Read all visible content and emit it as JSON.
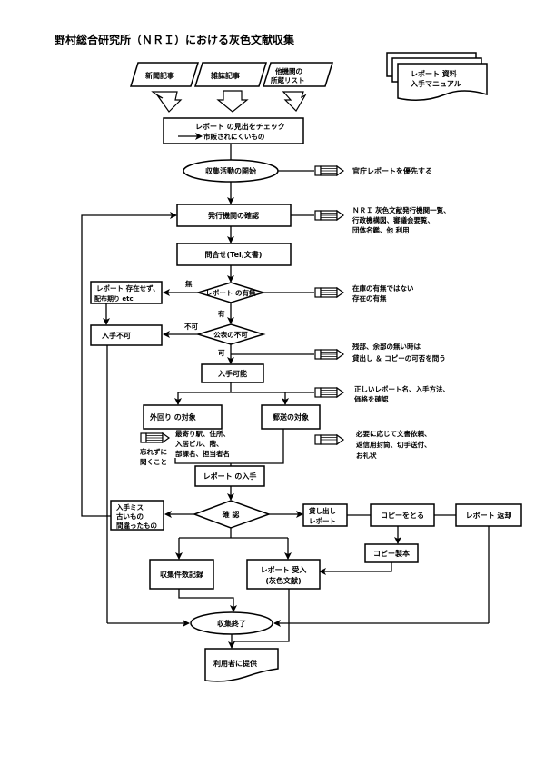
{
  "title": "野村総合研究所（ＮＲＩ）における灰色文献収集",
  "sources": [
    {
      "label": [
        "新聞記事"
      ]
    },
    {
      "label": [
        "雑誌記事"
      ]
    },
    {
      "label": [
        "他機関の",
        "所蔵リスト"
      ]
    }
  ],
  "manual": {
    "label": [
      "レポート 資料",
      "入手マニュアル"
    ]
  },
  "nodes": {
    "check_headline": [
      "レポート の見出をチェック",
      "市販されにくいもの"
    ],
    "start_collection": "収集活動の開始",
    "confirm_publisher": "発行機関の確認",
    "inquiry": "問合せ(Tel,文書)",
    "report_exists": "レポート の有無",
    "not_exist": [
      "レポート 存在せず、",
      "配布期り etc"
    ],
    "public_ok": "公表の不可",
    "unavailable": "入手不可",
    "available": "入手可能",
    "visit_target": "外回り の対象",
    "mail_target": "郵送の対象",
    "obtain_report": "レポート の入手",
    "confirm": "確 認",
    "mistake": [
      "入手ミス",
      "古いもの",
      "間違ったもの"
    ],
    "loan_report": [
      "貸し出し",
      "レポート"
    ],
    "take_copy": "コピーをとる",
    "return_report": "レポート 返却",
    "copy_binding": "コピー製本",
    "record_count": "収集件数記録",
    "receive_report": [
      "レポート 受入",
      "(灰色文献)"
    ],
    "collection_end": "収集終了",
    "provide_users": "利用者に提供"
  },
  "edge_labels": {
    "none": "無",
    "yes": "有",
    "not_ok": "不可",
    "ok": "可"
  },
  "notes": [
    {
      "lines": [
        "官庁レポートを優先する"
      ]
    },
    {
      "lines": [
        "ＮＲＩ 灰色文献発行機関一覧、",
        "行政機構図、審議会要覧、",
        "団体名鑑、他 利用"
      ]
    },
    {
      "lines": [
        "在庫の有無ではない",
        "存在の有無"
      ]
    },
    {
      "lines": [
        "残部、余部の無い時は",
        "貸出し ＆ コピーの可否を問う"
      ]
    },
    {
      "lines": [
        "正しいレポート名、入手方法、",
        "価格を確認"
      ]
    },
    {
      "lines": [
        "必要に応じて文書依頼、",
        "返信用封筒、切手送付、",
        "お礼状"
      ]
    }
  ],
  "visit_note": {
    "remember": [
      "忘れずに",
      "聞くこと"
    ],
    "items": [
      "最寄り駅、住所、",
      "入居ビル、階、",
      "部課名、担当者名"
    ]
  }
}
